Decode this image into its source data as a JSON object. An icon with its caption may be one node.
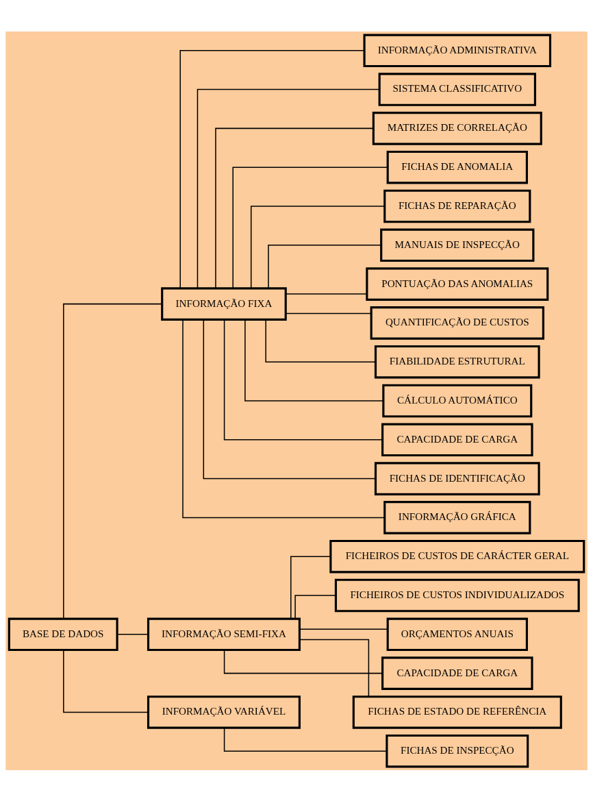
{
  "diagram": {
    "nodes": [
      {
        "text": [
          "BASE DE DADOS"
        ]
      },
      {
        "text": [
          "INFORMAÇÃO FIXA"
        ]
      },
      {
        "text": [
          "INFORMAÇÃO ADMINISTRATIVA"
        ]
      },
      {
        "text": [
          "SISTEMA CLASSIFICATIVO"
        ]
      },
      {
        "text": [
          "MATRIZES DE CORRELAÇÃO"
        ]
      },
      {
        "text": [
          "FICHAS DE ANOMALIA"
        ]
      },
      {
        "text": [
          "FICHAS DE REPARAÇÃO"
        ]
      },
      {
        "text": [
          "MANUAIS DE INSPECÇÃO"
        ]
      },
      {
        "text": [
          "PONTUAÇÃO DAS ANOMALIAS"
        ]
      },
      {
        "text": [
          "QUANTIFICAÇÃO DE CUSTOS"
        ]
      },
      {
        "text": [
          "FIABILIDADE ESTRUTURAL"
        ]
      },
      {
        "text": [
          "CÁLCULO AUTOMÁTICO"
        ]
      },
      {
        "text": [
          "CAPACIDADE DE CARGA"
        ]
      },
      {
        "text": [
          "FICHAS DE IDENTIFICAÇÃO"
        ]
      },
      {
        "text": [
          "INFORMAÇÃO GRÁFICA"
        ]
      },
      {
        "text": [
          "INFORMAÇÃO SEMI-FIXA"
        ]
      },
      {
        "text": [
          "FICHEIROS DE CUSTOS DE CARÁCTER GERAL"
        ]
      },
      {
        "text": [
          "FICHEIROS DE CUSTOS INDIVIDUALIZADOS"
        ]
      },
      {
        "text": [
          "ORÇAMENTOS ANUAIS"
        ]
      },
      {
        "text": [
          "CAPACIDADE DE CARGA"
        ]
      },
      {
        "text": [
          "FICHAS DE ESTADO DE REFERÊNCIA"
        ]
      },
      {
        "text": [
          "INFORMAÇÃO VARIÁVEL"
        ]
      },
      {
        "text": [
          "FICHAS DE INSPECÇÃO"
        ]
      }
    ],
    "edges": [
      {
        "from": 0,
        "to": 1,
        "arrow": "none"
      },
      {
        "from": 0,
        "to": 15,
        "arrow": "none"
      },
      {
        "from": 0,
        "to": 21,
        "arrow": "none"
      },
      {
        "from": 1,
        "to": 2,
        "arrow": "none"
      },
      {
        "from": 1,
        "to": 3,
        "arrow": "none"
      },
      {
        "from": 1,
        "to": 4,
        "arrow": "none"
      },
      {
        "from": 1,
        "to": 5,
        "arrow": "none"
      },
      {
        "from": 1,
        "to": 6,
        "arrow": "none"
      },
      {
        "from": 1,
        "to": 7,
        "arrow": "none"
      },
      {
        "from": 1,
        "to": 8,
        "arrow": "none"
      },
      {
        "from": 1,
        "to": 9,
        "arrow": "none"
      },
      {
        "from": 1,
        "to": 10,
        "arrow": "none"
      },
      {
        "from": 1,
        "to": 11,
        "arrow": "none"
      },
      {
        "from": 1,
        "to": 12,
        "arrow": "none"
      },
      {
        "from": 1,
        "to": 13,
        "arrow": "none"
      },
      {
        "from": 1,
        "to": 14,
        "arrow": "none"
      },
      {
        "from": 15,
        "to": 16,
        "arrow": "none"
      },
      {
        "from": 15,
        "to": 17,
        "arrow": "none"
      },
      {
        "from": 15,
        "to": 18,
        "arrow": "none"
      },
      {
        "from": 15,
        "to": 19,
        "arrow": "none"
      },
      {
        "from": 15,
        "to": 20,
        "arrow": "none"
      },
      {
        "from": 21,
        "to": 22,
        "arrow": "none"
      }
    ]
  }
}
